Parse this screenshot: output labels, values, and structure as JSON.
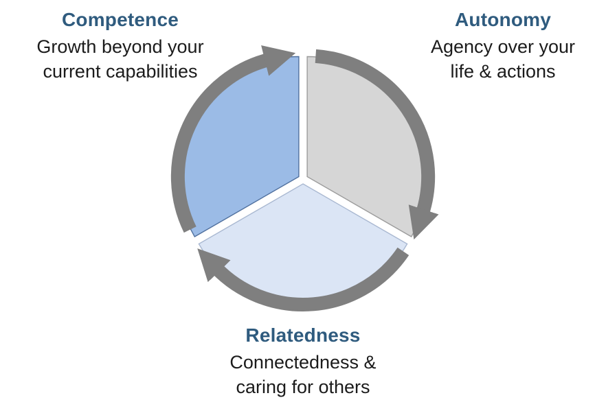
{
  "diagram": {
    "type": "cycle",
    "direction": "clockwise",
    "ring_color": "#7F7F7F",
    "title_color": "#2F5B7E",
    "text_color": "#1B1B1B",
    "background": "#FFFFFF",
    "segments": [
      {
        "label": "Competence",
        "desc_line1": "Growth beyond your",
        "desc_line2": "current capabilities",
        "fill": "#9BBBE6",
        "position": "top-left"
      },
      {
        "label": "Autonomy",
        "desc_line1": "Agency over your",
        "desc_line2": "life & actions",
        "fill": "#D6D6D6",
        "position": "top-right"
      },
      {
        "label": "Relatedness",
        "desc_line1": "Connectedness &",
        "desc_line2": "caring for others",
        "fill": "#DBE5F5",
        "position": "bottom"
      }
    ]
  }
}
